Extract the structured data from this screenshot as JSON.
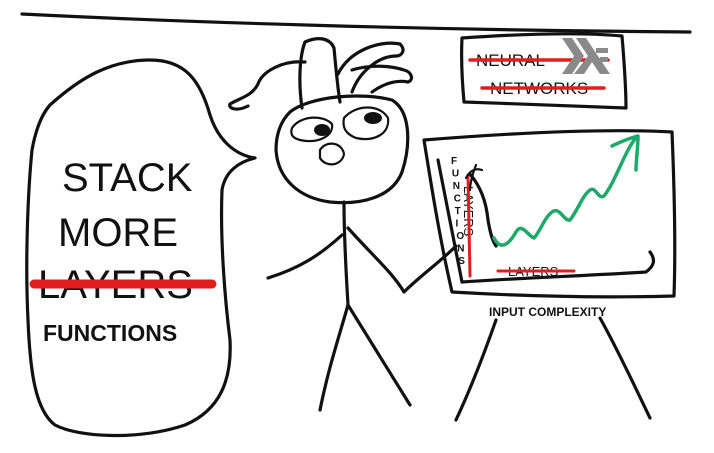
{
  "speech_bubble": {
    "line1": "STACK",
    "line2": "MORE",
    "line3_struck": "LAYERS",
    "replacement": "FUNCTIONS"
  },
  "top_sign": {
    "line1_struck": "NEURAL",
    "line2_struck": "NETWORKS",
    "logo_icon": "haskell-logo-icon"
  },
  "chart_board": {
    "y_label_vertical": "FUNCTIONS",
    "y_label_struck": "LAYERS",
    "x_label_struck": "LAYERS",
    "x_caption": "INPUT COMPLEXITY"
  },
  "colors": {
    "strike": "#e01e1e",
    "trend": "#1ea86a",
    "ink": "#111111",
    "haskell_logo": "#8a8a8a"
  }
}
